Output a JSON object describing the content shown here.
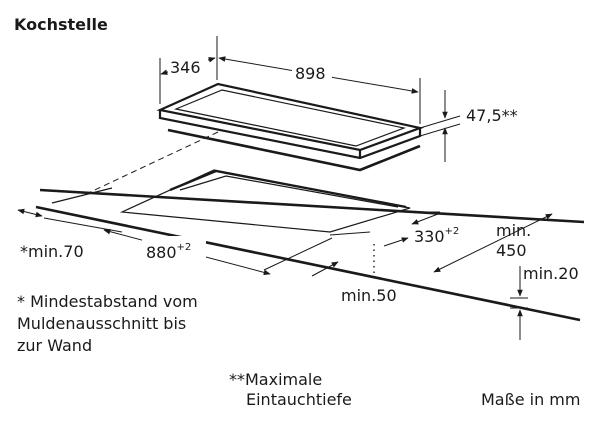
{
  "title": "Kochstelle",
  "dimensions": {
    "depth": "346",
    "width": "898",
    "height": "47,5**",
    "cutout_depth_base": "330",
    "cutout_depth_tol": "+2",
    "cutout_width_base": "880",
    "cutout_width_tol": "+2",
    "min_front": "min.50",
    "min_wall": "*min.70",
    "min_right_1": "min.",
    "min_right_2": "450",
    "min_below": "min.20"
  },
  "notes": {
    "wall_note_1": "* Mindestabstand vom",
    "wall_note_2": "Muldenausschnitt bis",
    "wall_note_3": "zur Wand",
    "depth_note_1": "**Maximale",
    "depth_note_2": "Eintauchtiefe",
    "units": "Maße in mm"
  }
}
